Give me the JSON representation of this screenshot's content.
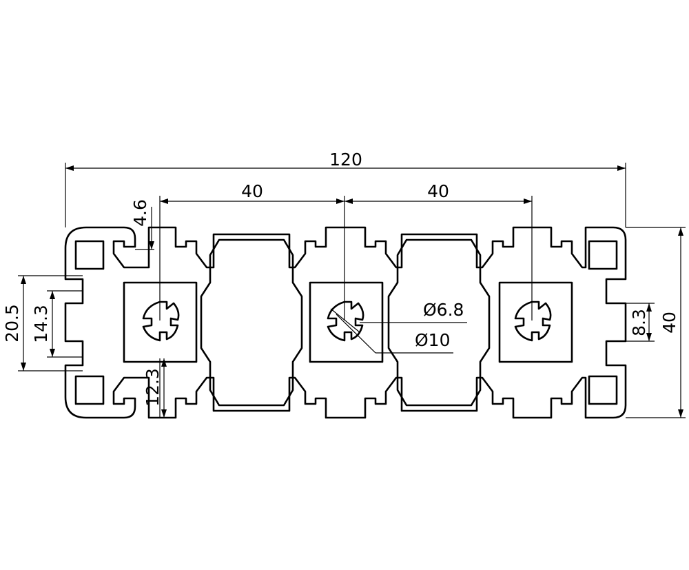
{
  "drawing": {
    "dimensions": {
      "overall_width": "120",
      "pitch_left": "40",
      "pitch_right": "40",
      "slot_depth": "4.6",
      "slot_outer_width": "20.5",
      "slot_inner_width": "14.3",
      "lip_height": "12.3",
      "slot_opening": "8.3",
      "overall_height": "40",
      "core_hole_diameter": "Ø6.8",
      "core_outer_diameter": "Ø10"
    }
  }
}
